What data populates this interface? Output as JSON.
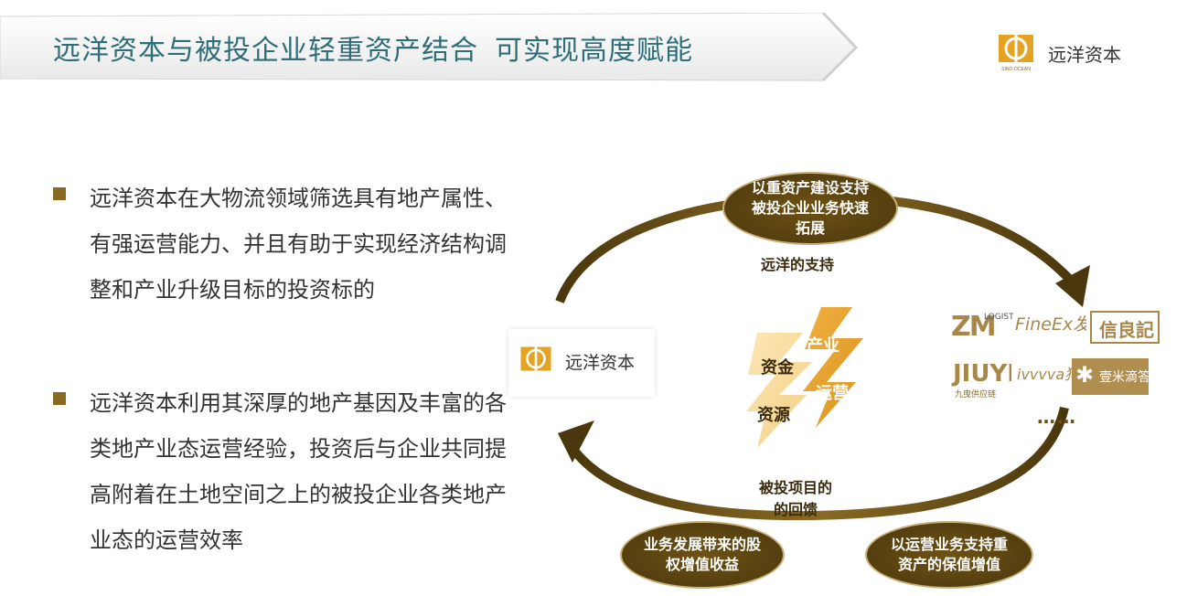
{
  "header": {
    "title": "远洋资本与被投企业轻重资产结合",
    "title_sub": "可实现高度赋能",
    "logo_name": "远洋资本",
    "logo_caption": "SINO-OCEAN"
  },
  "bullets": [
    {
      "text": "远洋资本在大物流领域筛选具有地产属性、有强运营能力、并且有助于实现经济结构调整和产业升级目标的投资标的"
    },
    {
      "text": "远洋资本利用其深厚的地产基因及丰富的各类地产业态运营经验，投资后与企业共同提高附着在土地空间之上的被投企业各类地产业态的运营效率"
    }
  ],
  "diagram": {
    "left_logo_name": "远洋资本",
    "oval_top_lines": [
      "以重资产建设支持",
      "被投企业业务快速",
      "拓展"
    ],
    "support_label": "远洋的支持",
    "center": {
      "zijin": "资金",
      "ziyuan": "资源",
      "chanye": "产业",
      "yunying": "运营"
    },
    "return_label_lines": [
      "被投项目的",
      "的回馈"
    ],
    "oval_bottom_left_lines": [
      "业务发展带来的股",
      "权增值收益"
    ],
    "oval_bottom_right_lines": [
      "以运营业务支持重",
      "资产的保值增值"
    ],
    "partners": {
      "p1_big": "ZM",
      "p1_small": "LOGISTI",
      "p2": "FineEx发网",
      "p3": "信良記",
      "p4_big": "JIUYE",
      "p4_small": "九曳供应链",
      "p5": "ivvvva狗",
      "p6": "壹米滴答"
    },
    "ellipsis": "……"
  },
  "colors": {
    "title": "#2e6e78",
    "gold_dark": "#4a370d",
    "gold": "#8a6a23",
    "gold_light": "#e8a93a"
  }
}
